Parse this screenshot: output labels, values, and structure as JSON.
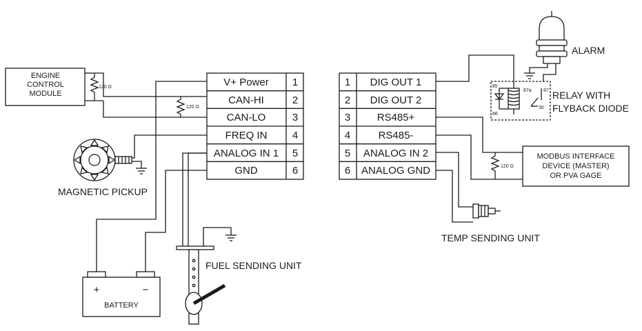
{
  "left_terminal": {
    "rows": [
      {
        "name": "V+ Power",
        "num": "1"
      },
      {
        "name": "CAN-HI",
        "num": "2"
      },
      {
        "name": "CAN-LO",
        "num": "3"
      },
      {
        "name": "FREQ IN",
        "num": "4"
      },
      {
        "name": "ANALOG IN 1",
        "num": "5"
      },
      {
        "name": "GND",
        "num": "6"
      }
    ]
  },
  "right_terminal": {
    "rows": [
      {
        "num": "1",
        "name": "DIG OUT 1"
      },
      {
        "num": "2",
        "name": "DIG OUT 2"
      },
      {
        "num": "3",
        "name": "RS485+"
      },
      {
        "num": "4",
        "name": "RS485-"
      },
      {
        "num": "5",
        "name": "ANALOG IN 2"
      },
      {
        "num": "6",
        "name": "ANALOG GND"
      }
    ]
  },
  "ecm": {
    "line1": "ENGINE",
    "line2": "CONTROL",
    "line3": "MODULE"
  },
  "resistor_ohm": "120 Ω",
  "magnetic_pickup": "MAGNETIC PICKUP",
  "battery": {
    "label": "BATTERY",
    "plus": "+",
    "minus": "−"
  },
  "fuel_sending_unit": "FUEL SENDING UNIT",
  "alarm": "ALARM",
  "relay": {
    "line1": "RELAY WITH",
    "line2": "FLYBACK DIODE",
    "pin85": "85",
    "pin86": "86",
    "pin87a": "87a",
    "pin87": "87",
    "pin30": "30"
  },
  "modbus": {
    "line1": "MODBUS INTERFACE",
    "line2": "DEVICE (MASTER)",
    "line3": "OR PVA GAGE"
  },
  "temp_sending_unit": "TEMP SENDING UNIT",
  "colors": {
    "line": "#1a1a1a",
    "background": "#ffffff"
  }
}
